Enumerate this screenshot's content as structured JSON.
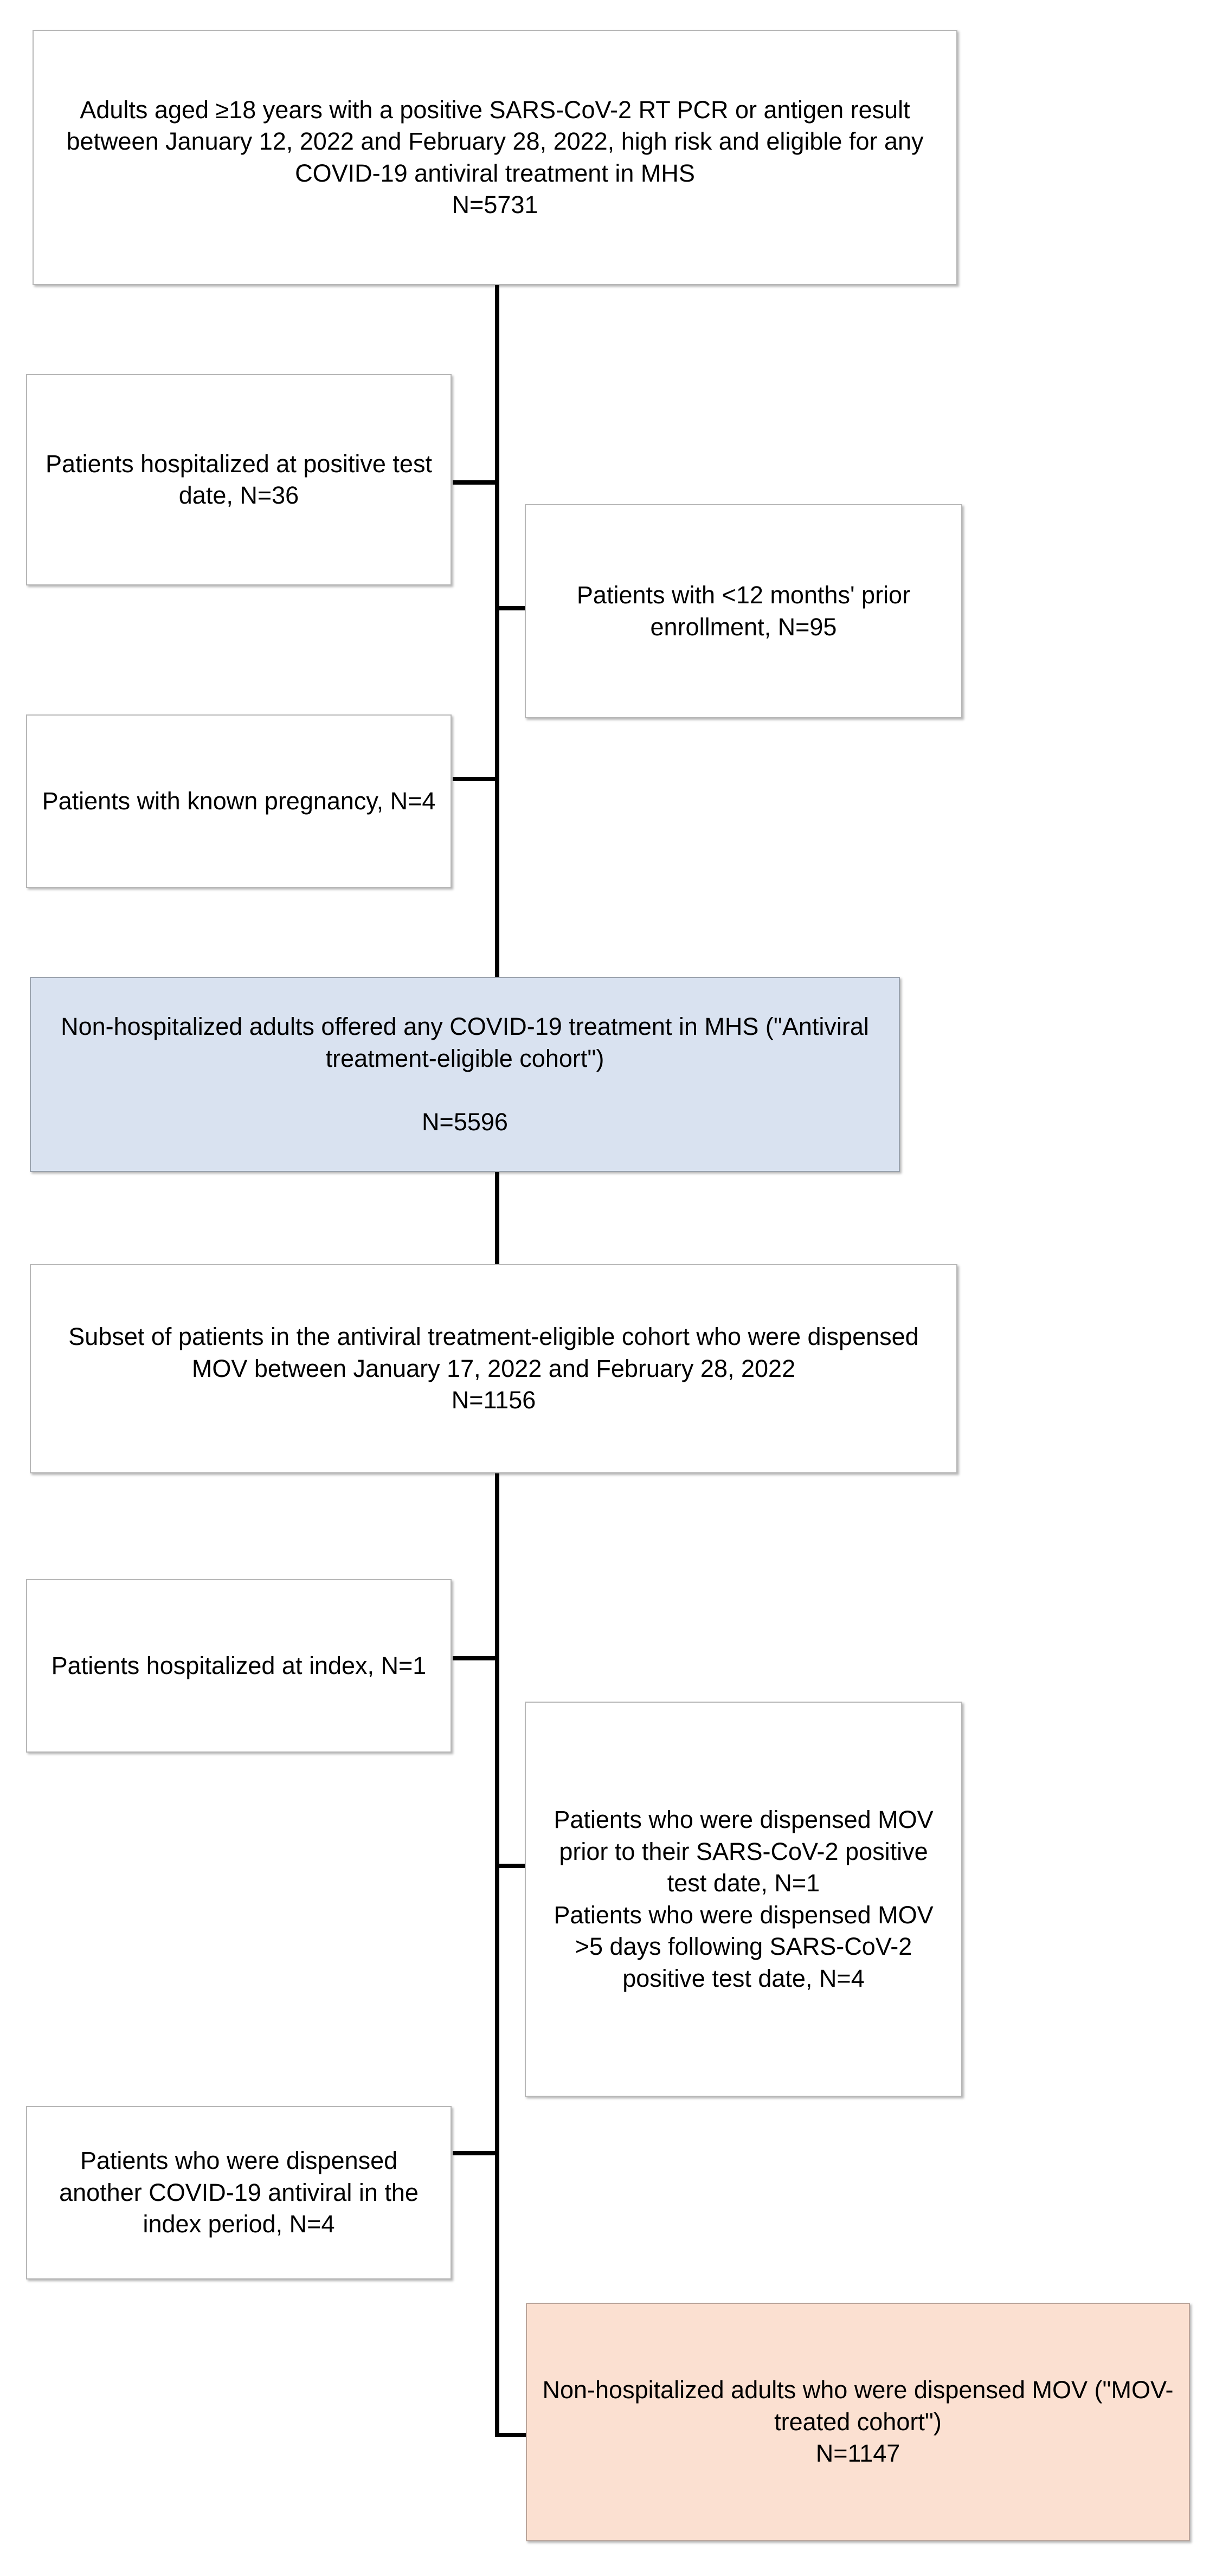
{
  "diagram": {
    "title": "Patient attrition flow diagram",
    "colors": {
      "box_fill": "#ffffff",
      "box_border": "#b7b7b7",
      "connector": "#000000",
      "eligible_cohort_fill": "#d9e2f0",
      "treated_cohort_fill": "#fbe0d1",
      "text": "#000000"
    },
    "nodes": {
      "source_population": {
        "text": "Adults aged ≥18 years with a positive SARS-CoV-2 RT PCR or antigen result between January 12, 2022 and February 28, 2022, high risk and eligible for any COVID-19 antiviral treatment in MHS\nN=5731",
        "n_label": "N=5731",
        "n_value": 5731,
        "kind": "population"
      },
      "excl_hospitalized_positive_test": {
        "text": "Patients hospitalized at positive test date, N=36",
        "n_label": "N=36",
        "n_value": 36,
        "kind": "exclusion",
        "side": "left"
      },
      "excl_lt12_months_enrollment": {
        "text": "Patients with <12 months' prior enrollment, N=95",
        "n_label": "N=95",
        "n_value": 95,
        "kind": "exclusion",
        "side": "right"
      },
      "excl_known_pregnancy": {
        "text": "Patients with known pregnancy, N=4",
        "n_label": "N=4",
        "n_value": 4,
        "kind": "exclusion",
        "side": "left"
      },
      "antiviral_eligible_cohort": {
        "text": "Non-hospitalized adults offered any COVID-19 treatment in MHS (\"Antiviral treatment-eligible cohort\")\n\nN=5596",
        "n_label": "N=5596",
        "n_value": 5596,
        "kind": "cohort",
        "highlight": "blue"
      },
      "mov_subset": {
        "text": "Subset of patients in the antiviral treatment-eligible cohort who were dispensed MOV between January 17, 2022 and February 28, 2022\nN=1156",
        "n_label": "N=1156",
        "n_value": 1156,
        "kind": "population"
      },
      "excl_hospitalized_index": {
        "text": "Patients hospitalized at index, N=1",
        "n_label": "N=1",
        "n_value": 1,
        "kind": "exclusion",
        "side": "left"
      },
      "excl_mov_timing": {
        "text": "Patients who were dispensed MOV prior to their SARS-CoV-2 positive test date, N=1\nPatients who were dispensed MOV >5 days following SARS-CoV-2 positive test date, N=4",
        "n_labels": [
          "N=1",
          "N=4"
        ],
        "n_values": [
          1,
          4
        ],
        "kind": "exclusion",
        "side": "right"
      },
      "excl_other_antiviral": {
        "text": "Patients who were dispensed another COVID-19 antiviral in the index period, N=4",
        "n_label": "N=4",
        "n_value": 4,
        "kind": "exclusion",
        "side": "left"
      },
      "mov_treated_cohort": {
        "text": "Non-hospitalized adults who were dispensed MOV (\"MOV-treated cohort\")\nN=1147",
        "n_label": "N=1147",
        "n_value": 1147,
        "kind": "cohort",
        "highlight": "orange"
      }
    }
  }
}
